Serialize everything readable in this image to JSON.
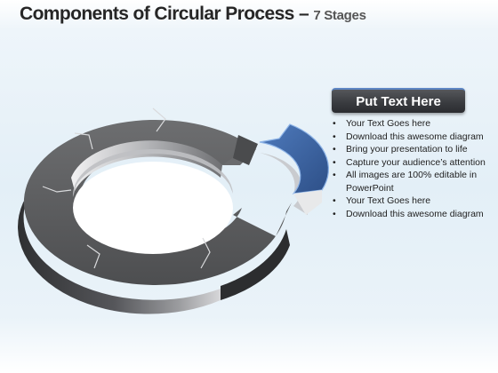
{
  "title": {
    "main": "Components of Circular Process",
    "dash": " – ",
    "stages": "7 Stages"
  },
  "panel": {
    "heading": "Put Text Here",
    "items": [
      "Your Text Goes here",
      "Download this awesome diagram",
      "Bring your presentation to life",
      "Capture your audience’s attention",
      "All images are 100% editable in PowerPoint",
      "Your Text Goes here",
      "Download this awesome diagram"
    ]
  },
  "colors": {
    "ring_segment": "#5b5c5e",
    "ring_side": "#3e3f41",
    "accent_segment": "#3a64a4",
    "accent_edge": "#8fb5e8"
  }
}
